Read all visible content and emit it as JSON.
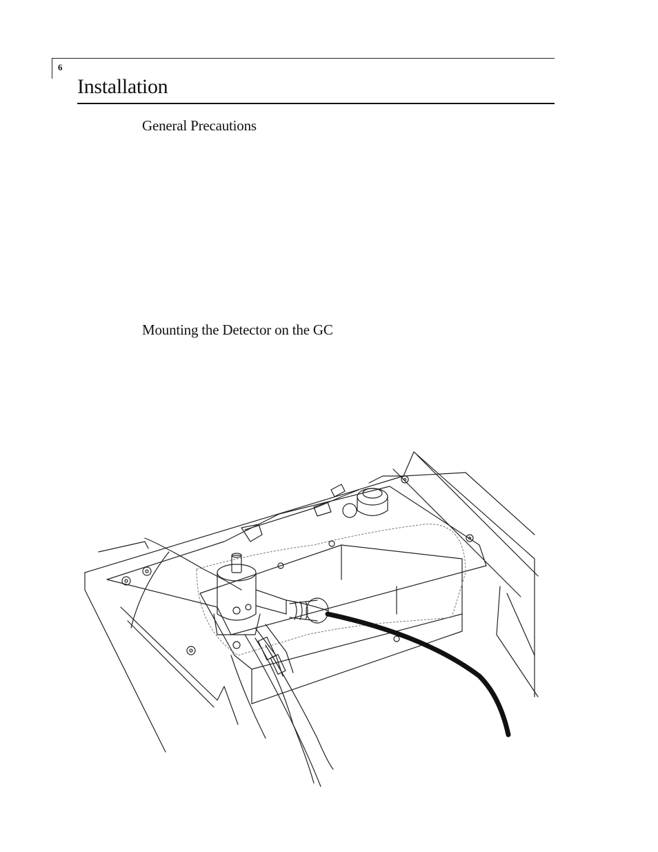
{
  "header": {
    "page_number": "6",
    "chapter_title": "Installation"
  },
  "sections": [
    {
      "heading": "General Precautions"
    },
    {
      "heading": "Mounting the Detector on the GC"
    }
  ],
  "figure": {
    "subject": "detector-mounted-on-gc-illustration"
  }
}
